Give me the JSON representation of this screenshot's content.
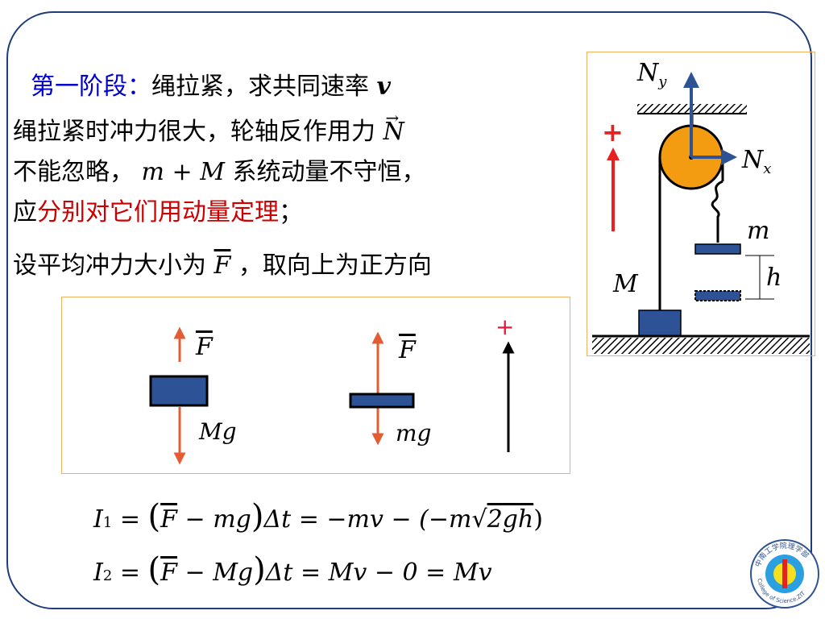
{
  "text": {
    "l1_prefix": "第一阶段：",
    "l1_rest": "绳拉紧，求共同速率",
    "l1_var": "v",
    "l2_text": "绳拉紧时冲力很大，轮轴反作用力",
    "l2_var": "N",
    "l3_a": "不能忽略，",
    "l3_var": "m + M",
    "l3_b": "系统动量不守恒，",
    "l4_a": "应",
    "l4_red": "分别对它们用动量定理",
    "l4_b": "；",
    "l5_a": "设平均冲力大小为",
    "l5_var": "F",
    "l5_b": "，取向上为正方向"
  },
  "fbd": {
    "F_left": "F",
    "Mg": "Mg",
    "F_right": "F",
    "mg": "mg",
    "plus": "+"
  },
  "pulley": {
    "Ny": "N",
    "Ny_sub": "y",
    "Nx": "N",
    "Nx_sub": "x",
    "plus": "+",
    "m": "m",
    "h": "h",
    "M": "M"
  },
  "formulas": {
    "f1_I": "I",
    "f1_sub": "1",
    "f1_eq": "=",
    "f1_F": "F",
    "f1_a": "− mg",
    "f1_b": "Δt = −mv − (−m",
    "f1_sqrt": "2gh",
    "f1_c": ")",
    "f2_I": "I",
    "f2_sub": "2",
    "f2_eq": "=",
    "f2_F": "F",
    "f2_a": "− Mg",
    "f2_b": "Δt = Mv − 0 = Mv"
  },
  "logo": {
    "top_text": "中南工学院理学部",
    "bottom_text": "College of Science,ZIT"
  },
  "colors": {
    "frame": "#1f3d7a",
    "block": "#2d5296",
    "arrow_red": "#e35c33",
    "pulley": "#f39c12",
    "text_blue": "#0000cc",
    "text_red": "#cc0000"
  }
}
